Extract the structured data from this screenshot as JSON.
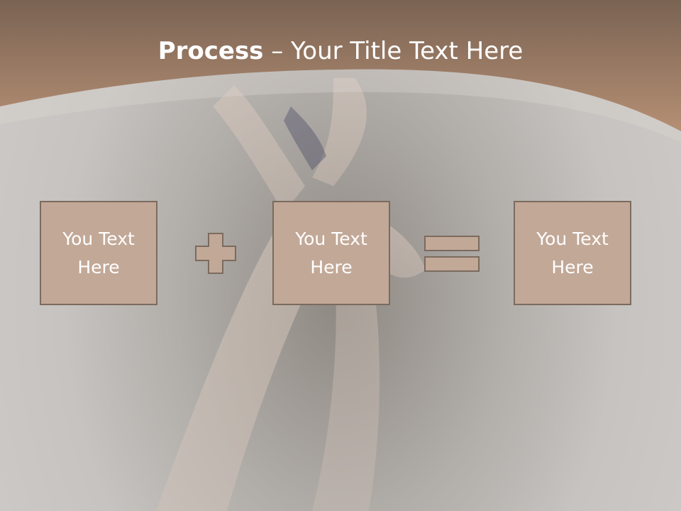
{
  "slide": {
    "title_bold": "Process",
    "title_rest": " – Your Title Text Here"
  },
  "process": {
    "boxes": [
      {
        "line1": "You Text",
        "line2": "Here"
      },
      {
        "line1": "You Text",
        "line2": "Here"
      },
      {
        "line1": "You Text",
        "line2": "Here"
      }
    ],
    "operators": [
      "plus-icon",
      "equals-icon"
    ]
  },
  "colors": {
    "accent": "#a98a74",
    "box_fill": "#c2a897",
    "box_border": "#7b6b5f",
    "text": "#ffffff"
  }
}
